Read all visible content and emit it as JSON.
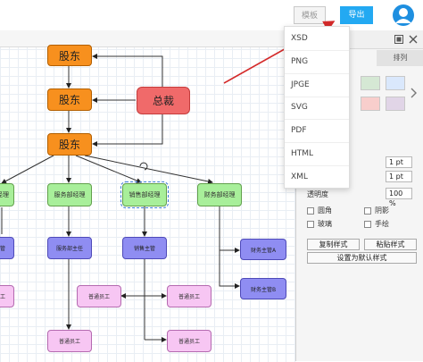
{
  "topbar": {
    "template_label": "模板",
    "export_label": "导出"
  },
  "menu": {
    "items": [
      "XSD",
      "PNG",
      "JPGE",
      "SVG",
      "PDF",
      "HTML",
      "XML"
    ]
  },
  "panel": {
    "tab_right": "排列",
    "pt_value_1": "1 pt",
    "pt_value_2": "1 pt",
    "opacity_label": "透明度",
    "opacity_value": "100 %",
    "checkboxes": [
      "圆角",
      "阴影",
      "玻璃",
      "手绘"
    ],
    "copy_style": "复制样式",
    "paste_style": "粘贴样式",
    "set_default": "设置为默认样式"
  },
  "diagram": {
    "shareholder_1": "股东",
    "shareholder_2": "股东",
    "shareholder_3": "股东",
    "ceo": "总裁",
    "manager_left": "经理",
    "service_manager": "服务部经理",
    "sales_manager": "销售部经理",
    "finance_manager": "财务部经理",
    "left_purple": "管",
    "service_director": "服务部主任",
    "sales_director": "销售主管",
    "finance_a": "财务主管A",
    "finance_b": "财务主管B",
    "left_pink": "工",
    "staff_1": "普通员工",
    "staff_2": "普通员工",
    "staff_3": "普通员工",
    "staff_4": "普通员工"
  },
  "colors": {
    "accent": "#23a9f2",
    "shareholder": "#f7901e",
    "ceo": "#f06a6a",
    "manager": "#a8ef9a",
    "director": "#8f8df2",
    "staff": "#f7c6f3",
    "arrow": "#d42a2a"
  }
}
